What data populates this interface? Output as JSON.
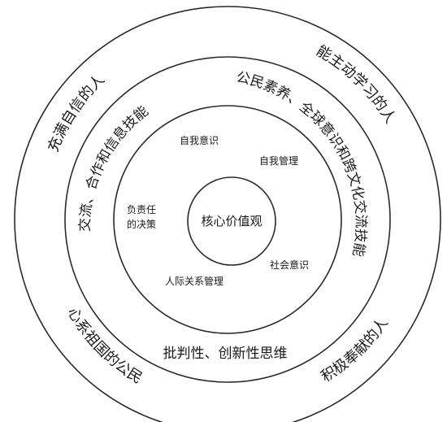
{
  "diagram": {
    "core": "核心价值观",
    "inner_ring": {
      "top": "自我意识",
      "right_top": "自我管理",
      "left_line1": "负责任",
      "left_line2": "的决策",
      "right_bottom": "社会意识",
      "bottom": "人际关系管理"
    },
    "middle_ring": {
      "left_arc": "交流、合作和信息技能",
      "right_arc": "公民素养、全球意识和跨文化交流技能",
      "bottom": "批判性、创新性思维"
    },
    "outer_ring": {
      "top_left": "充满自信的人",
      "top_right": "能主动学习的人",
      "bottom_left": "心系祖国的公民",
      "bottom_right": "积极奉献的人"
    }
  }
}
